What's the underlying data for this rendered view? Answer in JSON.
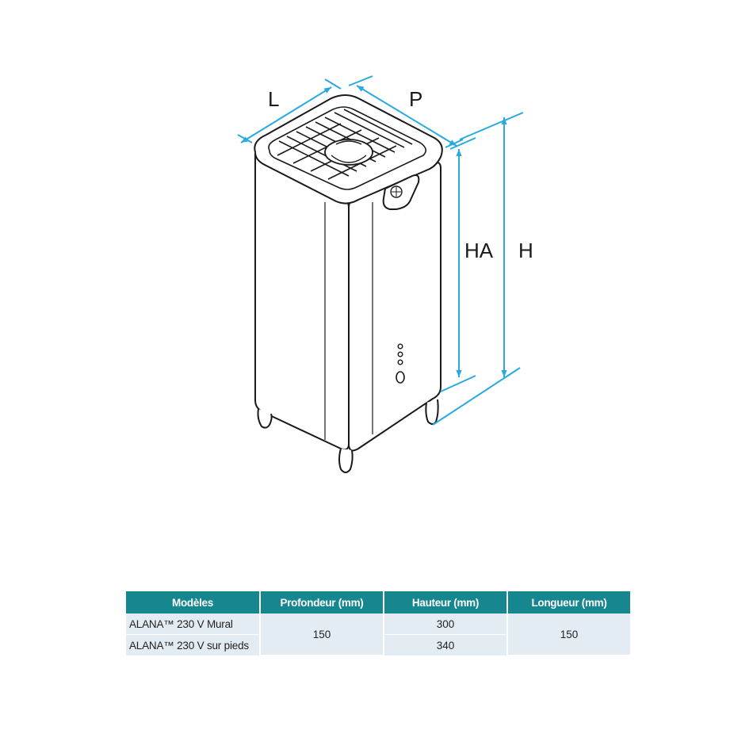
{
  "diagram": {
    "labels": {
      "length": "L",
      "depth": "P",
      "height_without_legs": "HA",
      "height_total": "H"
    },
    "colors": {
      "dimension_lines": "#29a9e0",
      "outline": "#1a1a1a",
      "table_header": "#16868f",
      "table_body": "#e4ecf3"
    }
  },
  "table": {
    "headers": [
      "Modèles",
      "Profondeur (mm)",
      "Hauteur (mm)",
      "Longueur (mm)"
    ],
    "rows": [
      {
        "model": "ALANA™ 230 V Mural",
        "hauteur": "300"
      },
      {
        "model": "ALANA™ 230 V sur pieds",
        "hauteur": "340"
      }
    ],
    "profondeur": "150",
    "longueur": "150"
  }
}
